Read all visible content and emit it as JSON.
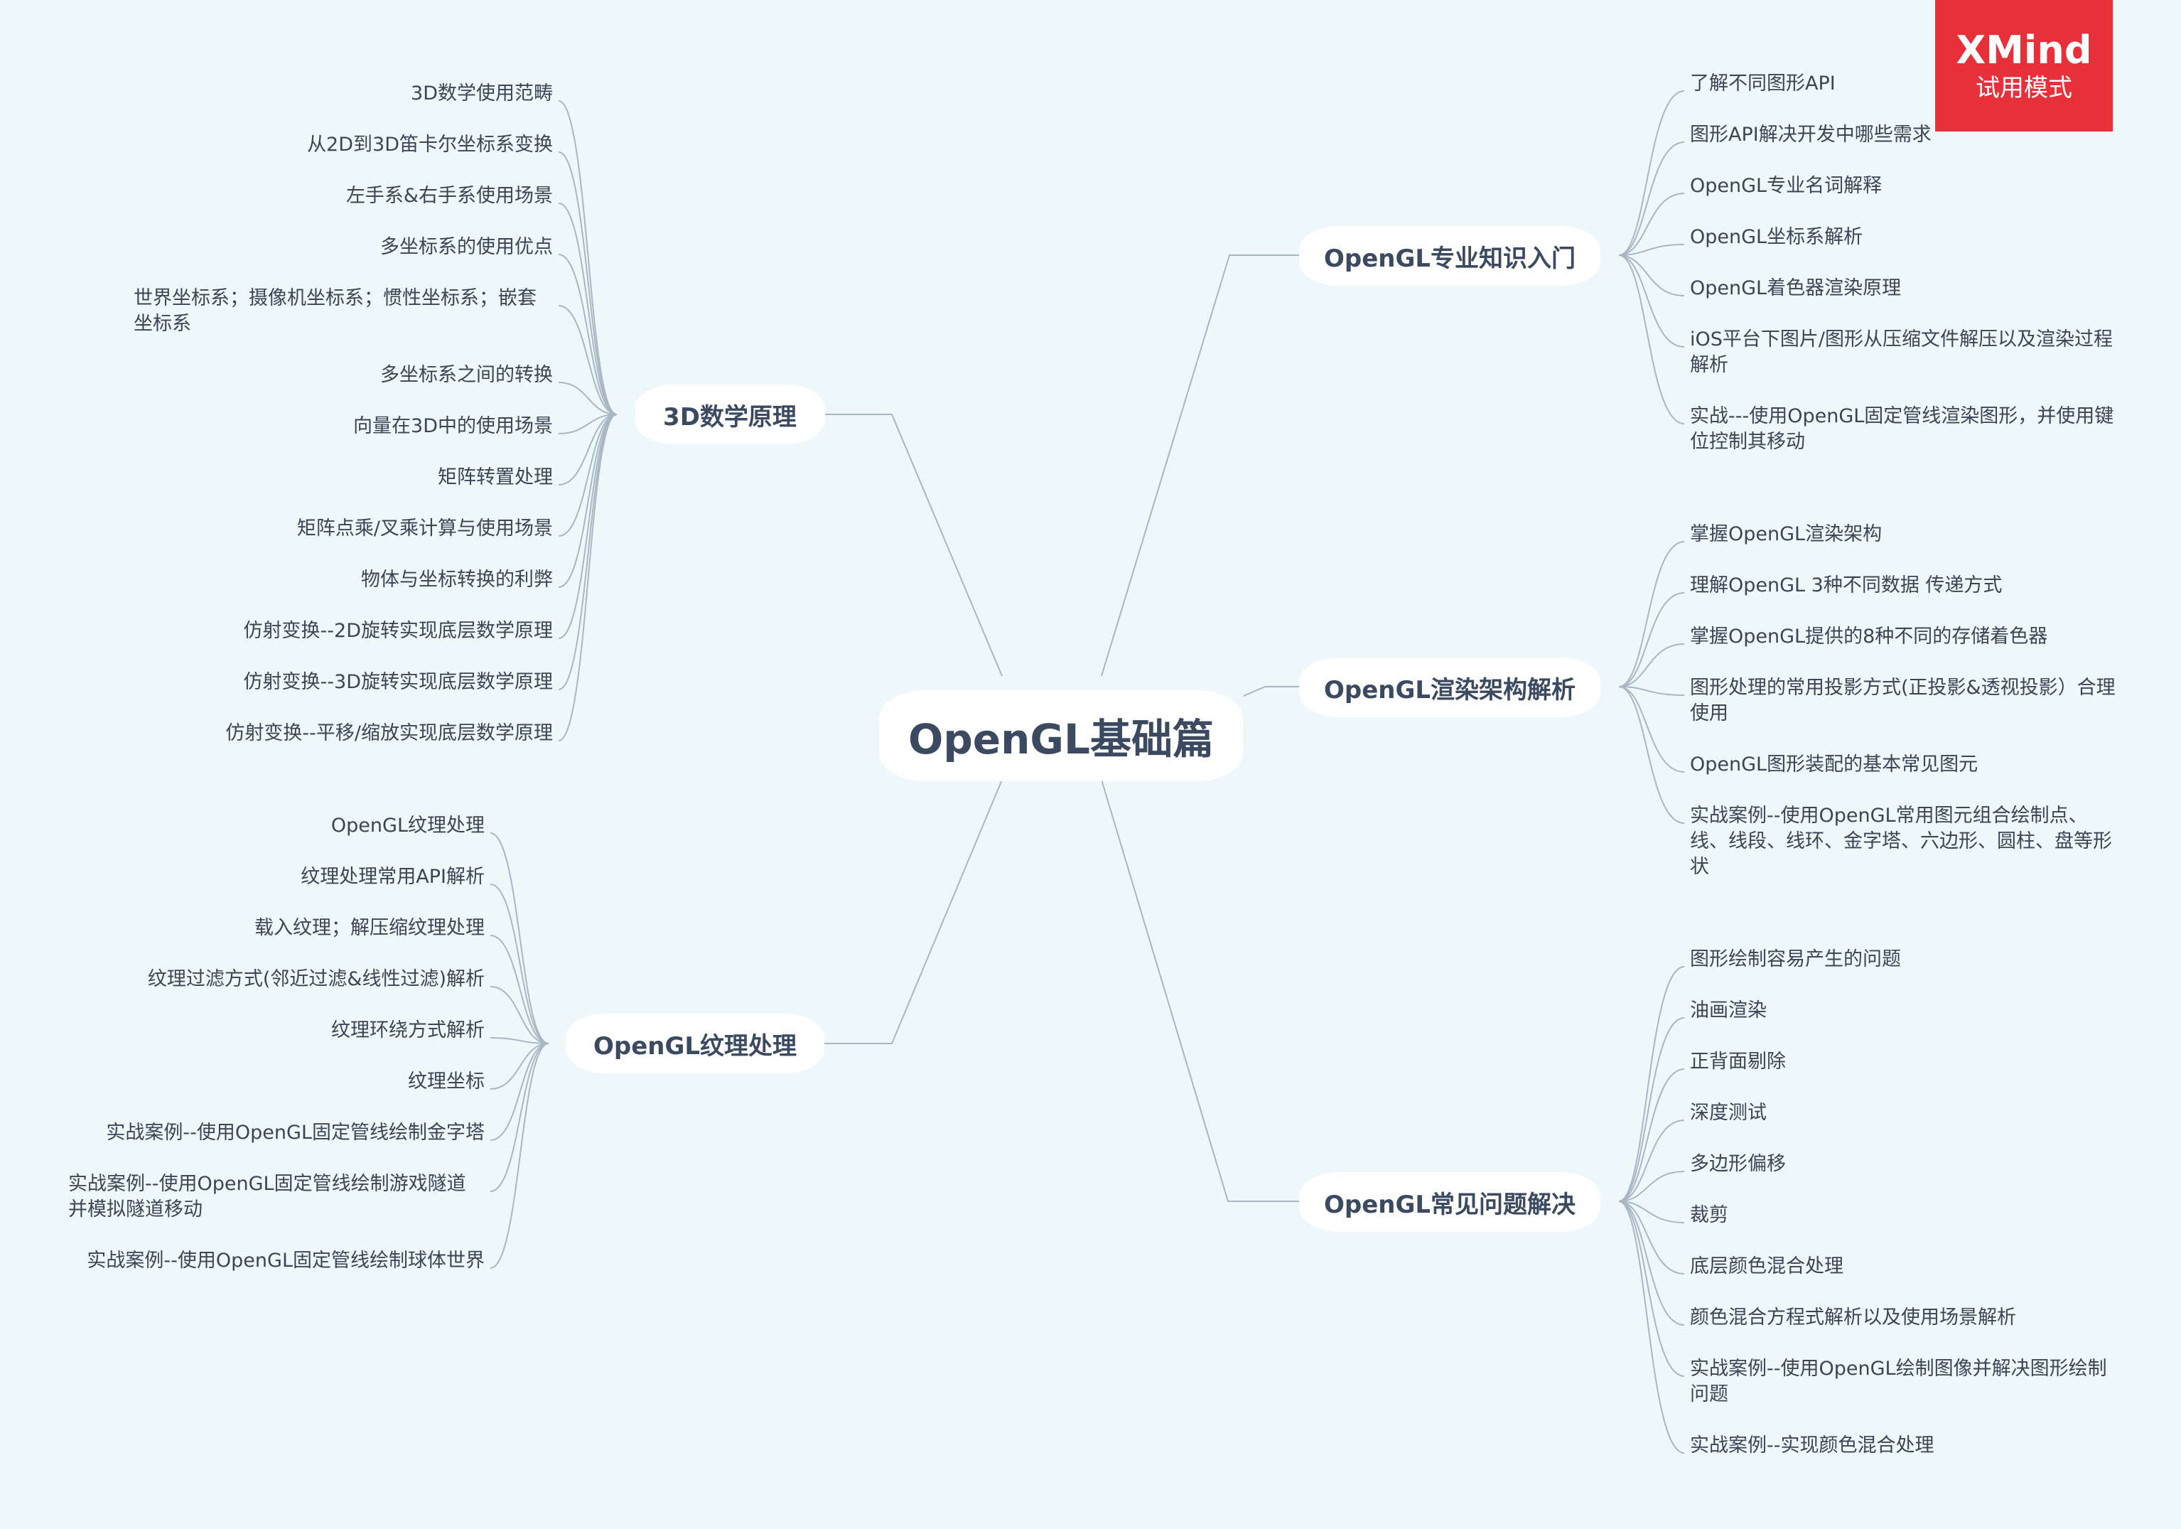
{
  "watermark": {
    "brand": "XMind",
    "mode": "试用模式"
  },
  "central": "OpenGL基础篇",
  "branches": {
    "math": {
      "title": "3D数学原理",
      "items": [
        "3D数学使用范畴",
        "从2D到3D笛卡尔坐标系变换",
        "左手系&右手系使用场景",
        "多坐标系的使用优点",
        "世界坐标系；摄像机坐标系；惯性坐标系；嵌套坐标系",
        "多坐标系之间的转换",
        "向量在3D中的使用场景",
        "矩阵转置处理",
        "矩阵点乘/叉乘计算与使用场景",
        "物体与坐标转换的利弊",
        "仿射变换--2D旋转实现底层数学原理",
        "仿射变换--3D旋转实现底层数学原理",
        "仿射变换--平移/缩放实现底层数学原理"
      ]
    },
    "texture": {
      "title": "OpenGL纹理处理",
      "items": [
        "OpenGL纹理处理",
        "纹理处理常用API解析",
        "载入纹理；解压缩纹理处理",
        "纹理过滤方式(邻近过滤&线性过滤)解析",
        "纹理环绕方式解析",
        "纹理坐标",
        "实战案例--使用OpenGL固定管线绘制金字塔",
        "实战案例--使用OpenGL固定管线绘制游戏隧道并模拟隧道移动",
        "实战案例--使用OpenGL固定管线绘制球体世界"
      ]
    },
    "intro": {
      "title": "OpenGL专业知识入门",
      "items": [
        "了解不同图形API",
        "图形API解决开发中哪些需求",
        "OpenGL专业名词解释",
        "OpenGL坐标系解析",
        "OpenGL着色器渲染原理",
        "iOS平台下图片/图形从压缩文件解压以及渲染过程解析",
        "实战---使用OpenGL固定管线渲染图形，并使用键位控制其移动"
      ]
    },
    "render": {
      "title": "OpenGL渲染架构解析",
      "items": [
        "掌握OpenGL渲染架构",
        "理解OpenGL 3种不同数据 传递方式",
        "掌握OpenGL提供的8种不同的存储着色器",
        "图形处理的常用投影方式(正投影&透视投影）合理使用",
        "OpenGL图形装配的基本常见图元",
        "实战案例--使用OpenGL常用图元组合绘制点、线、线段、线环、金字塔、六边形、圆柱、盘等形状"
      ]
    },
    "problems": {
      "title": "OpenGL常见问题解决",
      "items": [
        "图形绘制容易产生的问题",
        "油画渲染",
        "正背面剔除",
        "深度测试",
        "多边形偏移",
        "裁剪",
        "底层颜色混合处理",
        "颜色混合方程式解析以及使用场景解析",
        "实战案例--使用OpenGL绘制图像并解决图形绘制问题",
        "实战案例--实现颜色混合处理"
      ]
    }
  }
}
